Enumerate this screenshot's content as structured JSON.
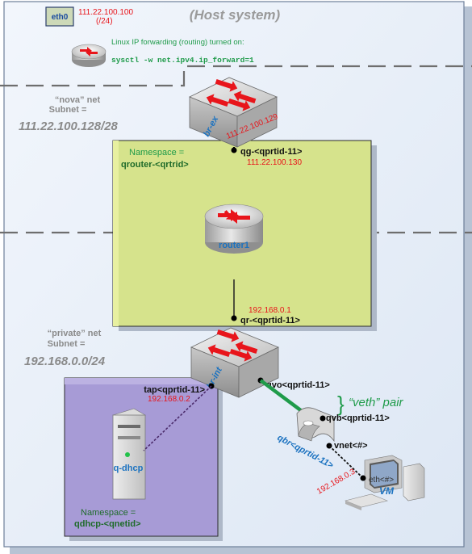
{
  "host_title": "(Host system)",
  "eth0": {
    "label": "eth0",
    "ip": "111.22.100.100",
    "mask": "(/24)"
  },
  "forwarding": {
    "note": "Linux IP forwarding (routing) turned on:",
    "command": "sysctl -w net.ipv4.ip_forward=1"
  },
  "nova_net": {
    "name": "“nova” net",
    "subnet_label": "Subnet =",
    "subnet": "111.22.100.128/28"
  },
  "private_net": {
    "name": "“private” net",
    "subnet_label": "Subnet =",
    "subnet": "192.168.0.0/24"
  },
  "br_ex": {
    "label": "br-ex",
    "ip": "111.22.100.129"
  },
  "qrouter_ns": {
    "label": "Namespace =",
    "name": "qrouter-<qrtrid>"
  },
  "qg": {
    "label": "qg-<qprtid-11>",
    "ip": "111.22.100.130"
  },
  "router1": {
    "label": "router1"
  },
  "qr": {
    "label": "qr-<qprtid-11>",
    "ip": "192.168.0.1"
  },
  "br_int": {
    "label": "br-int"
  },
  "tap": {
    "label": "tap<qprtid-11>",
    "ip": "192.168.0.2"
  },
  "qvo": {
    "label": "qvo<qprtid-11>"
  },
  "veth": {
    "label": "“veth” pair"
  },
  "qvb": {
    "label": "qvb<qprtid-11>"
  },
  "qbr": {
    "label": "qbr<qprtid-11>"
  },
  "vnet": {
    "label": "vnet<#>"
  },
  "vm": {
    "label": "VM",
    "eth": "eth<#>",
    "ip": "192.168.0.3"
  },
  "qdhcp": {
    "label": "q-dhcp",
    "ns_label": "Namespace =",
    "ns_name": "qdhcp-<qnetid>"
  },
  "colors": {
    "red": "#e8151b",
    "green": "#1f9b4a",
    "blue": "#1b72c0",
    "gray": "#8a8a8a",
    "qrouter_fill": "#d6e38c",
    "qdhcp_fill": "#a79bd6",
    "host_fill": "#e6eef8"
  }
}
